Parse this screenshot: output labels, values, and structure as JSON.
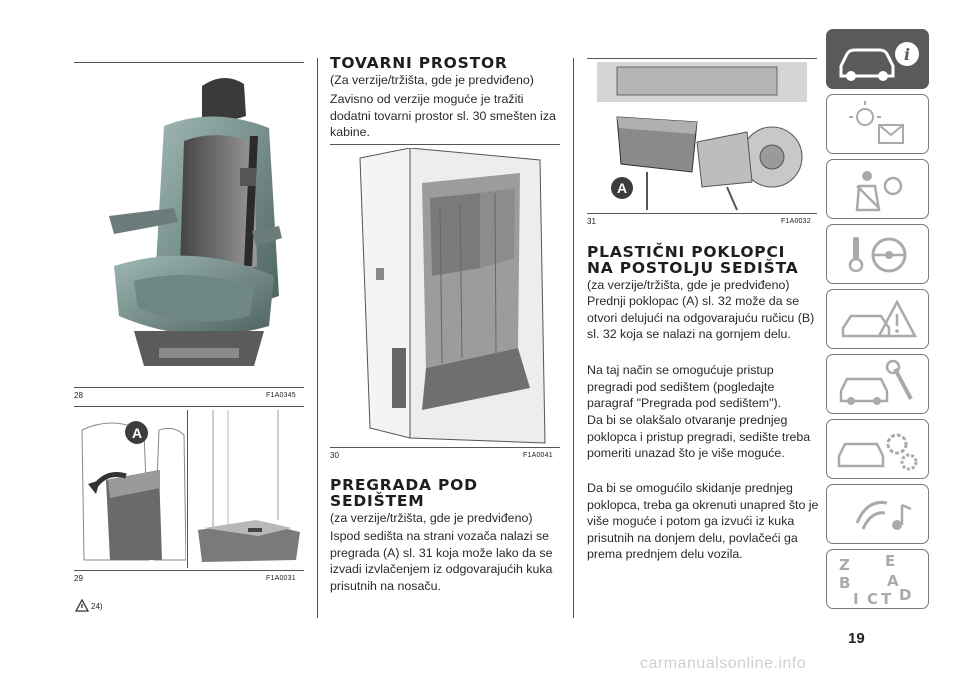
{
  "figures": {
    "fig28": {
      "num": "28",
      "code": "F1A0345"
    },
    "fig29": {
      "num": "29",
      "code": "F1A0031",
      "label": "A"
    },
    "fig30": {
      "num": "30",
      "code": "F1A0041"
    },
    "fig31": {
      "num": "31",
      "code": "F1A0032",
      "label": "A"
    }
  },
  "warning_ref": "24)",
  "sections": {
    "cargo": {
      "title": "TOVARNI PROSTOR",
      "p1": "(Za verzije/tržišta, gde je predviđeno)",
      "p2": "Zavisno od verzije moguće je tražiti dodatni tovarni prostor sl. 30 smešten iza kabine."
    },
    "under_seat": {
      "title_l1": "PREGRADA POD",
      "title_l2": "SEDIŠTEM",
      "p1": "(za verzije/tržišta, gde je predviđeno)",
      "p2": "Ispod sedišta na strani vozača nalazi se pregrada (A) sl. 31 koja može lako da se izvadi izvlačenjem iz odgovarajućih kuka prisutnih na nosaču."
    },
    "covers": {
      "title_l1": "PLASTIČNI POKLOPCI",
      "title_l2": "NA POSTOLJU SEDIŠTA",
      "p1": "(za verzije/tržišta, gde je predviđeno)",
      "p2": "Prednji poklopac (A) sl. 32 može da se otvori delujući na odgovarajuću ručicu (B) sl. 32 koja se nalazi na gornjem delu.",
      "p3": "Na taj način se omogućuje pristup pregradi pod sedištem (pogledajte paragraf \"Pregrada pod sedištem\").",
      "p4": "Da bi se olakšalo otvaranje prednjeg poklopca i pristup pregradi, sedište treba pomeriti unazad što je više moguće.",
      "p5": "Da bi se omogućilo skidanje prednjeg poklopca, treba ga okrenuti unapred što je više moguće i potom ga izvući iz kuka prisutnih na donjem delu, povlačeći ga prema prednjem delu vozila."
    }
  },
  "nav_tabs": [
    {
      "icon": "car-info-icon",
      "active": true
    },
    {
      "icon": "dashboard-lights-icon",
      "active": false
    },
    {
      "icon": "seatbelt-airbag-icon",
      "active": false
    },
    {
      "icon": "key-steering-icon",
      "active": false
    },
    {
      "icon": "warning-triangle-icon",
      "active": false
    },
    {
      "icon": "car-wrench-icon",
      "active": false
    },
    {
      "icon": "car-gears-icon",
      "active": false
    },
    {
      "icon": "multimedia-icon",
      "active": false
    },
    {
      "icon": "index-letters-icon",
      "active": false
    }
  ],
  "index_letters": [
    "Z",
    "E",
    "B",
    "A",
    "I",
    "C",
    "T",
    "D"
  ],
  "page_number": "19",
  "footer": "carmanualsonline.info",
  "colors": {
    "active_tab": "#5a5a5a",
    "tab_border": "#7a7a7a",
    "text": "#222222"
  }
}
